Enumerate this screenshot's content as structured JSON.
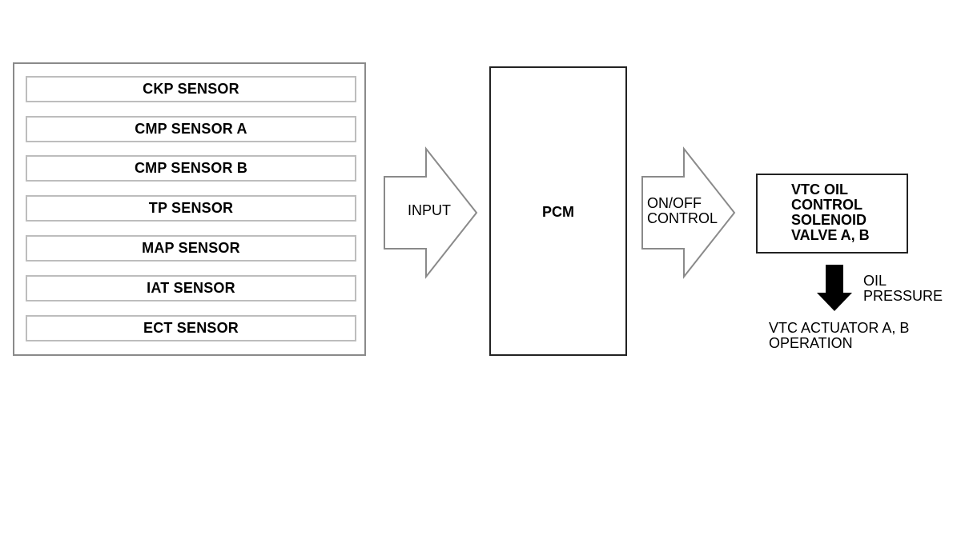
{
  "sensors": [
    "CKP SENSOR",
    "CMP SENSOR A",
    "CMP SENSOR B",
    "TP SENSOR",
    "MAP SENSOR",
    "IAT SENSOR",
    "ECT SENSOR"
  ],
  "input_arrow": {
    "label": "INPUT"
  },
  "pcm": {
    "label": "PCM"
  },
  "output_arrow": {
    "label": "ON/OFF\nCONTROL"
  },
  "vtc_solenoid": {
    "label": "VTC OIL\nCONTROL\nSOLENOID\nVALVE A, B"
  },
  "oil_pressure": {
    "label": "OIL\nPRESSURE"
  },
  "vtc_actuator": {
    "label": "VTC ACTUATOR A, B\nOPERATION"
  },
  "colors": {
    "sensor_box_border": "#bdbdbd",
    "group_border": "#8a8a8a",
    "line": "#222222",
    "pressure_arrow": "#000000"
  }
}
